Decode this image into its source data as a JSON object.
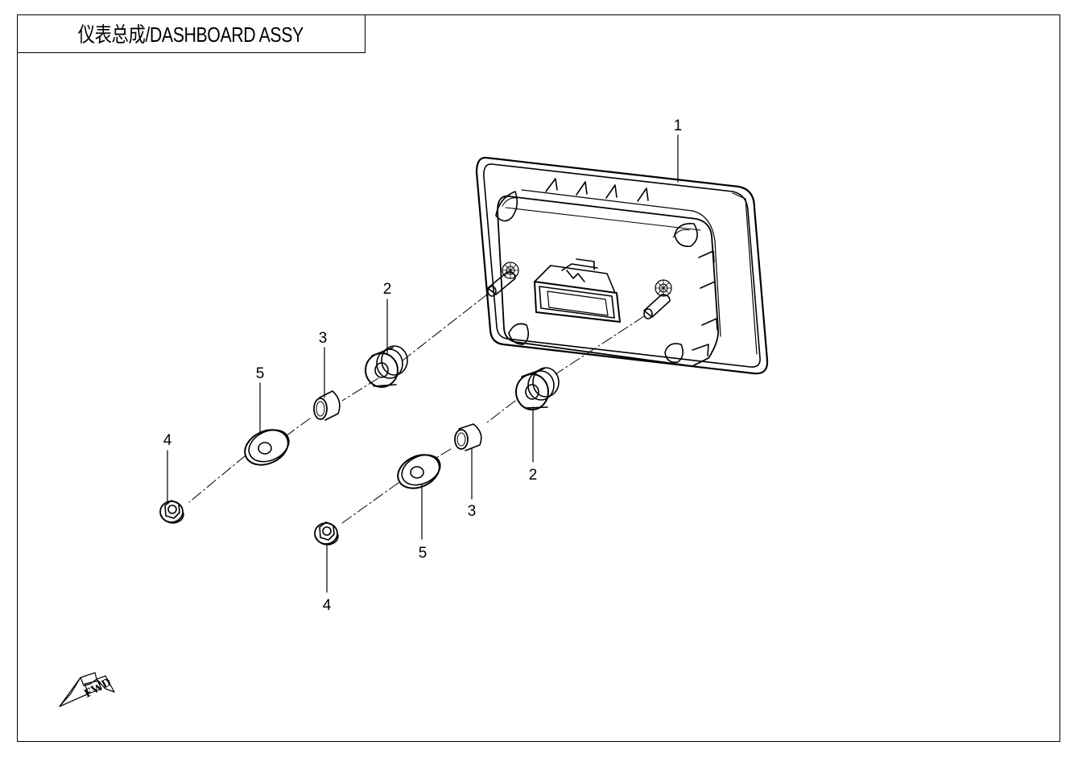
{
  "title": "仪表总成/DASHBOARD ASSY",
  "callouts": {
    "c1": "1",
    "c2a": "2",
    "c2b": "2",
    "c3a": "3",
    "c3b": "3",
    "c4a": "4",
    "c4b": "4",
    "c5a": "5",
    "c5b": "5"
  },
  "fwd": "FWD",
  "icons": {
    "direction": "fwd-arrow-icon"
  }
}
